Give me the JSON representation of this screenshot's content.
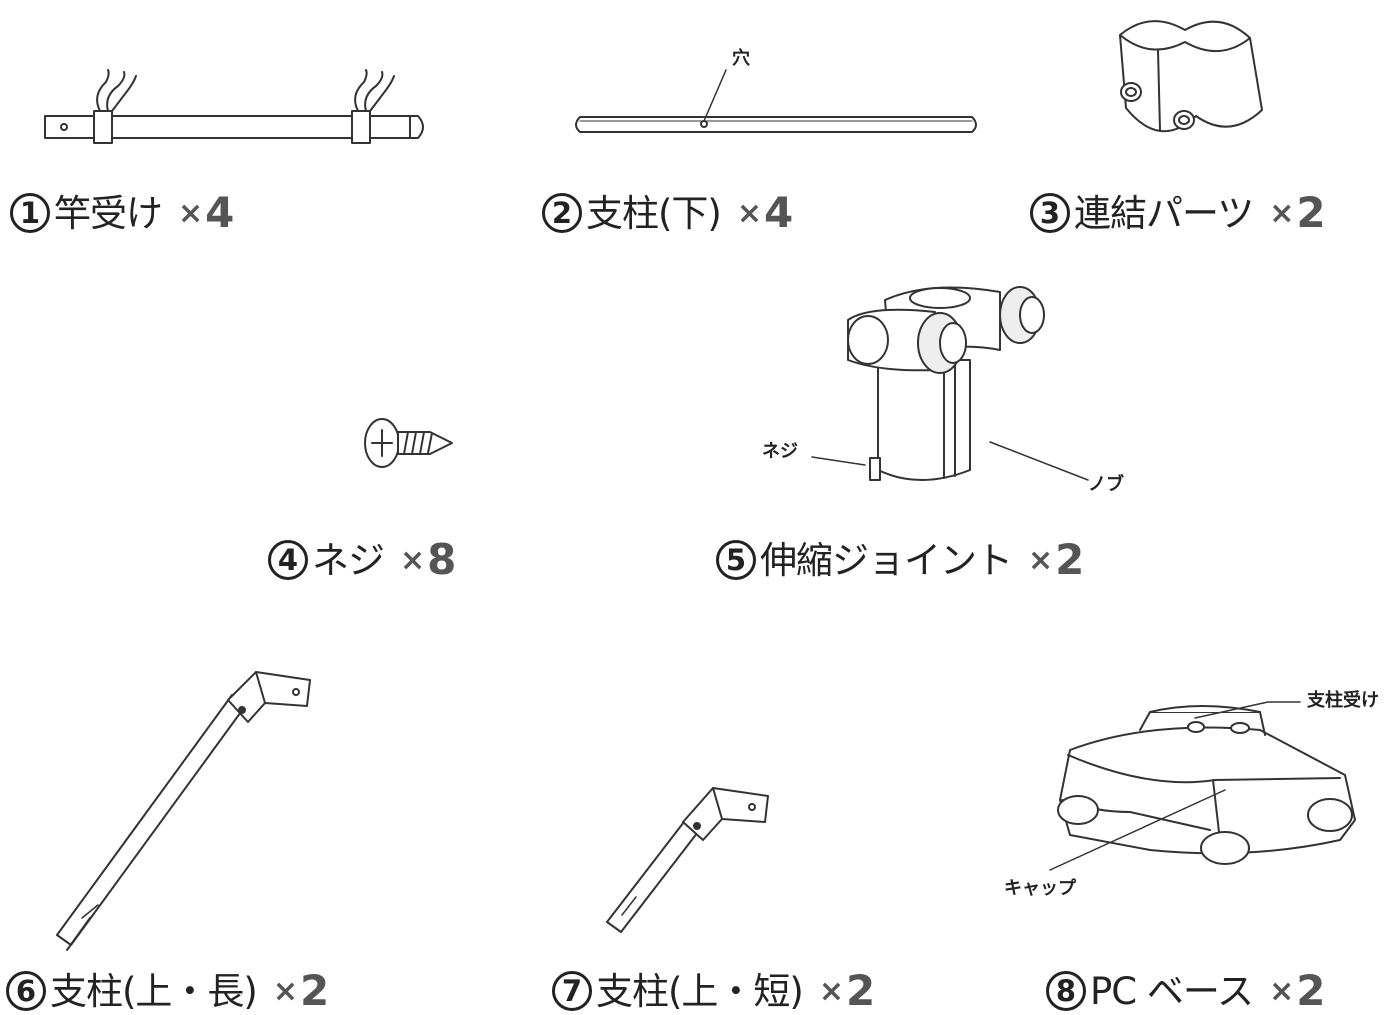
{
  "parts": [
    {
      "no": "1",
      "name": "竿受け",
      "qty": "4"
    },
    {
      "no": "2",
      "name": "支柱(下)",
      "qty": "4"
    },
    {
      "no": "3",
      "name": "連結パーツ",
      "qty": "2"
    },
    {
      "no": "4",
      "name": "ネジ",
      "qty": "8"
    },
    {
      "no": "5",
      "name": "伸縮ジョイント",
      "qty": "2"
    },
    {
      "no": "6",
      "name": "支柱(上・長)",
      "qty": "2"
    },
    {
      "no": "7",
      "name": "支柱(上・短)",
      "qty": "2"
    },
    {
      "no": "8",
      "name": "PC ベース",
      "qty": "2"
    }
  ],
  "multiply_sign": "×",
  "callouts": {
    "hole": "穴",
    "screw": "ネジ",
    "knob": "ノブ",
    "post_holder": "支柱受け",
    "cap": "キャップ"
  }
}
